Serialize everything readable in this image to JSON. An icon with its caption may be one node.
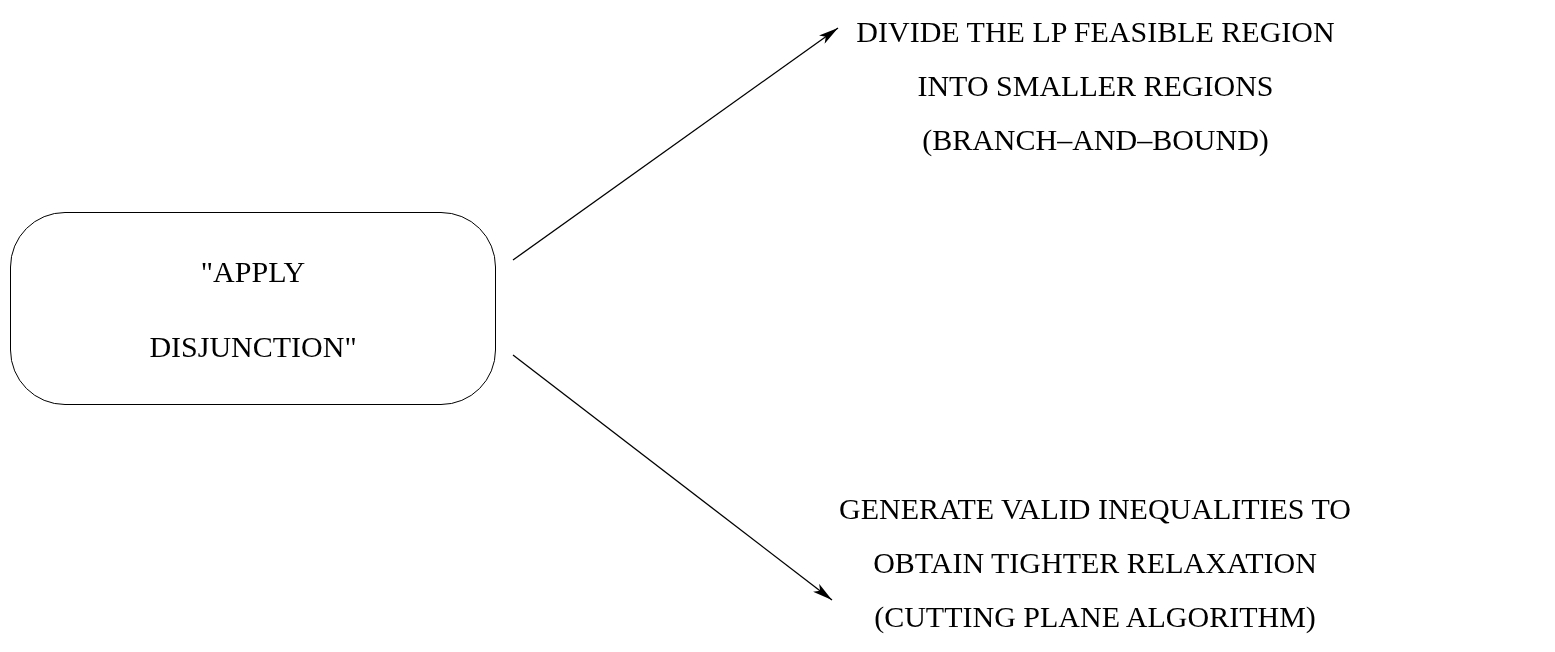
{
  "diagram": {
    "nodes": [
      {
        "text": [
          "\"APPLY DISJUNCTION\""
        ]
      },
      {
        "text": [
          "DIVIDE THE LP FEASIBLE REGION INTO SMALLER REGIONS",
          "(BRANCH–AND–BOUND)"
        ]
      },
      {
        "text": [
          "GENERATE VALID INEQUALITIES TO OBTAIN TIGHTER RELAXATION",
          "(CUTTING PLANE ALGORITHM)"
        ]
      }
    ],
    "edges": [
      {
        "from": 0,
        "to": 1,
        "arrow": "to"
      },
      {
        "from": 0,
        "to": 2,
        "arrow": "to"
      }
    ]
  }
}
